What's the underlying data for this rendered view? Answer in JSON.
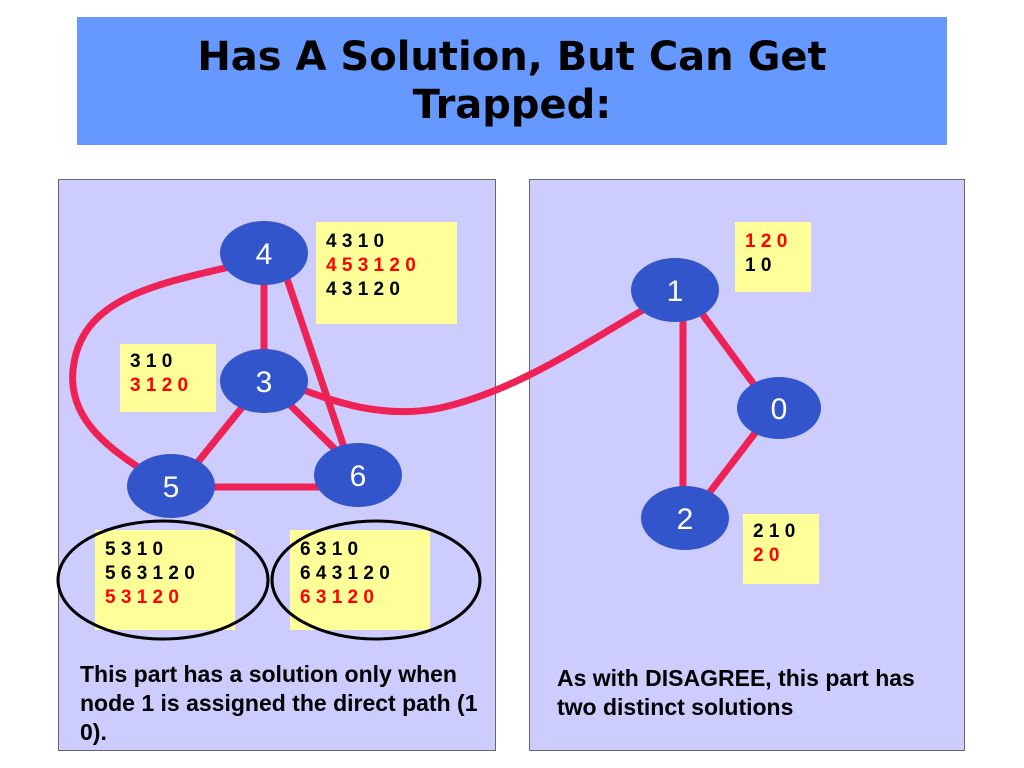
{
  "title": "Has A Solution, But Can Get\nTrapped:",
  "nodes": {
    "n0": "0",
    "n1": "1",
    "n2": "2",
    "n3": "3",
    "n4": "4",
    "n5": "5",
    "n6": "6"
  },
  "path_boxes": {
    "node4": [
      "4 3 1 0",
      "4 5 3 1 2 0",
      "4 3 1 2 0"
    ],
    "node3": [
      "3 1 0",
      "3 1 2 0"
    ],
    "node5": [
      "5 3 1 0",
      "5 6 3 1 2 0",
      "5 3 1 2 0"
    ],
    "node6": [
      "6 3 1 0",
      "6 4 3 1 2 0",
      "6 3 1 2 0"
    ],
    "node1": [
      "1 2 0",
      "1 0"
    ],
    "node2": [
      "2 1 0",
      "2 0"
    ]
  },
  "captions": {
    "left": "This part has a solution only when node 1 is assigned the direct path (1 0).",
    "right": "As with DISAGREE, this part has two distinct solutions"
  },
  "colors": {
    "title_bg": "#6699ff",
    "panel_bg": "#ccccff",
    "node_fill": "#3355cc",
    "edge": "#ee2255",
    "box_bg": "#ffff99",
    "highlight_text": "#ff0000"
  }
}
